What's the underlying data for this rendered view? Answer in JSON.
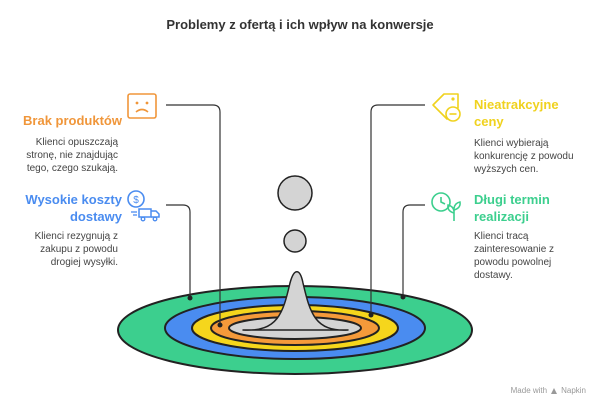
{
  "title": "Problemy z ofertą i ich wpływ na konwersje",
  "items": [
    {
      "heading": "Brak produktów",
      "description": "Klienci opuszczają stronę, nie znajdując tego, czego szukają.",
      "color": "#f0963a",
      "icon": "sad-face-icon"
    },
    {
      "heading": "Wysokie koszty dostawy",
      "description": "Klienci rezygnują z zakupu z powodu drogiej wysyłki.",
      "color": "#4a8cf0",
      "icon": "dollar-delivery-truck-icon"
    },
    {
      "heading": "Nieatrakcyjne ceny",
      "description": "Klienci wybierają konkurencję z powodu wyższych cen.",
      "color": "#f0d21e",
      "icon": "price-tag-minus-icon"
    },
    {
      "heading": "Długi termin realizacji",
      "description": "Klienci tracą zainteresowanie z powodu powolnej dostawy.",
      "color": "#3ccf8e",
      "icon": "clock-plant-icon"
    }
  ],
  "footer": {
    "text": "Made with",
    "brand": "Napkin"
  }
}
